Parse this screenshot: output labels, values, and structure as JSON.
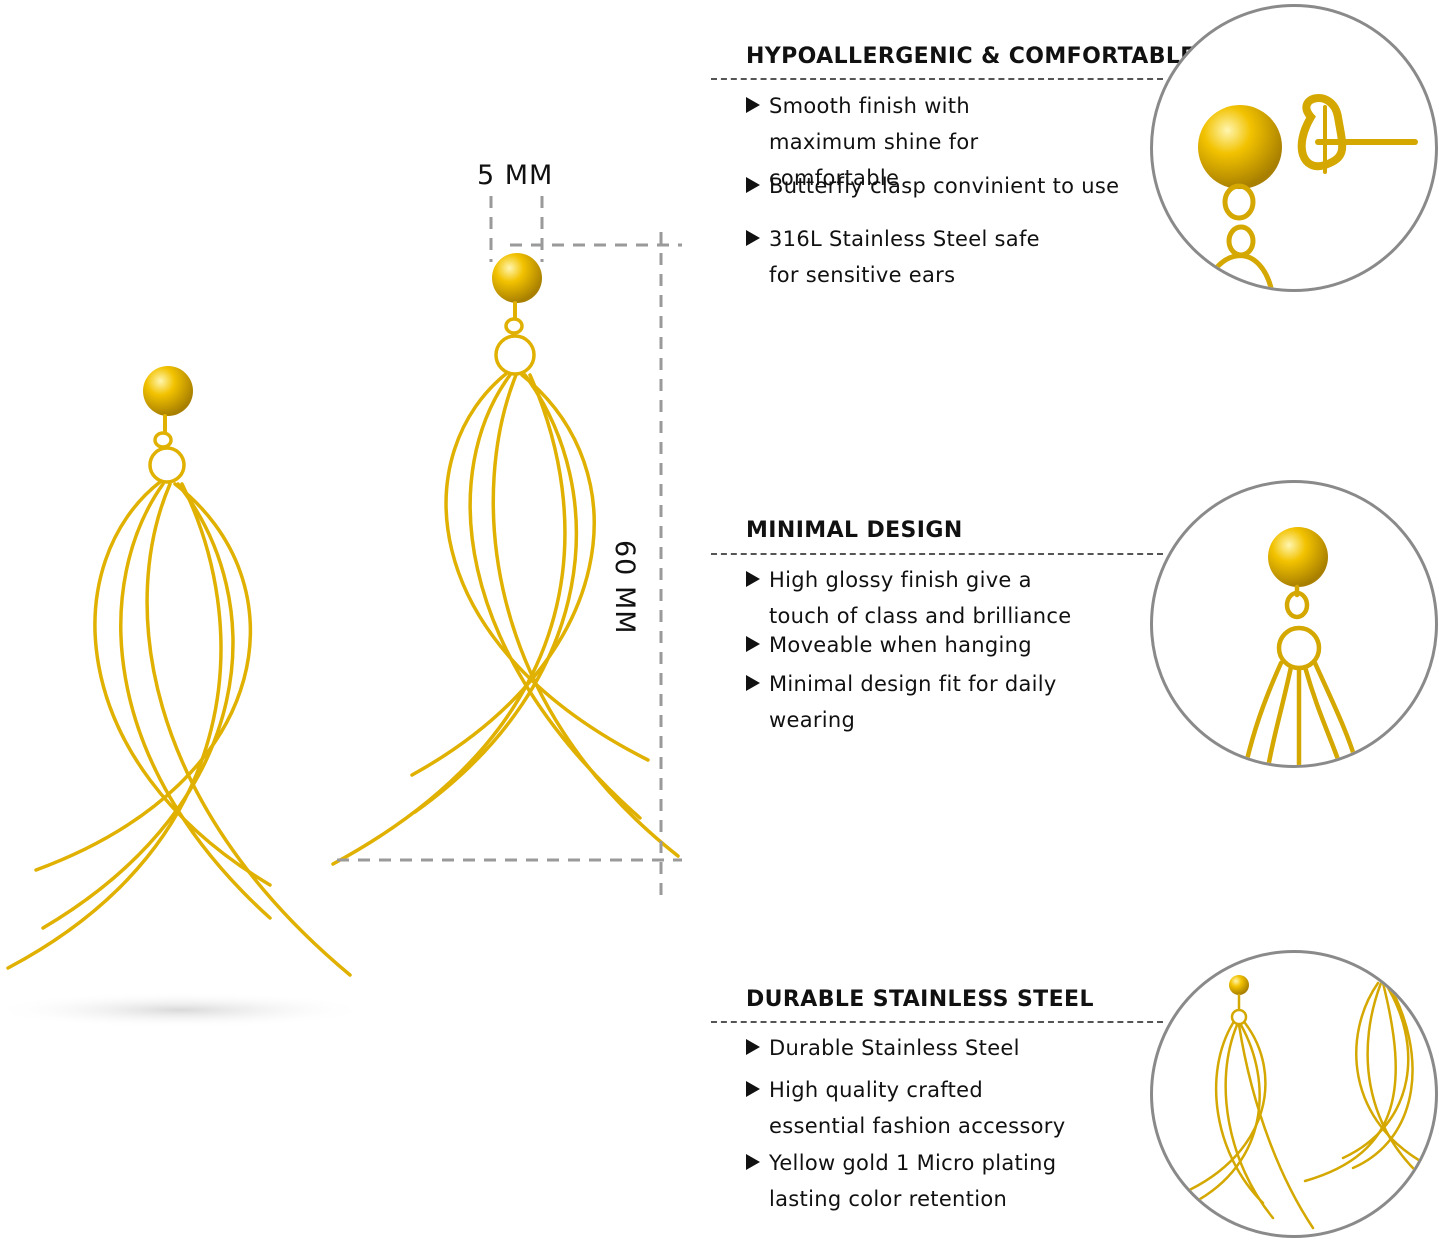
{
  "colors": {
    "gold": "#e0b100",
    "gold_dark": "#b98f00",
    "rule": "#555555",
    "circle_border": "#8a8a8a"
  },
  "dimensions": {
    "width_label": "5 MM",
    "length_label": "60 MM"
  },
  "sections": [
    {
      "title": "HYPOALLERGENIC & COMFORTABLE",
      "bullets": [
        "Smooth finish with maximum shine for comfortable",
        "Butterfly clasp convinient to use",
        "316L Stainless Steel safe for sensitive ears"
      ],
      "image_icon": "earring-stud-butterfly-closeup-icon"
    },
    {
      "title": "MINIMAL DESIGN",
      "bullets": [
        "High glossy finish give a touch of class and brilliance",
        "Moveable when hanging",
        "Minimal design fit for daily wearing"
      ],
      "image_icon": "earring-ball-hook-closeup-icon"
    },
    {
      "title": "DURABLE STAINLESS STEEL",
      "bullets": [
        "Durable Stainless Steel",
        "High quality crafted essential fashion accessory",
        "Yellow gold 1 Micro plating lasting color retention"
      ],
      "image_icon": "earring-pair-closeup-icon"
    }
  ]
}
